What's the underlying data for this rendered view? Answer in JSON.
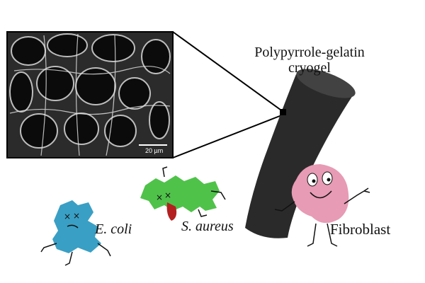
{
  "labels": {
    "material_line1": "Polypyrrole-gelatin",
    "material_line2": "cryogel",
    "ecoli": "E. coli",
    "saureus": "S. aureus",
    "fibroblast": "Fibroblast",
    "scale_bar": "20 µm"
  },
  "colors": {
    "cryogel": "#2a2a2a",
    "ecoli": "#3a9fc4",
    "saureus_body": "#4fc24a",
    "saureus_tongue": "#b42020",
    "fibroblast": "#e79bb5",
    "sem_background": "#2b2b2b"
  }
}
